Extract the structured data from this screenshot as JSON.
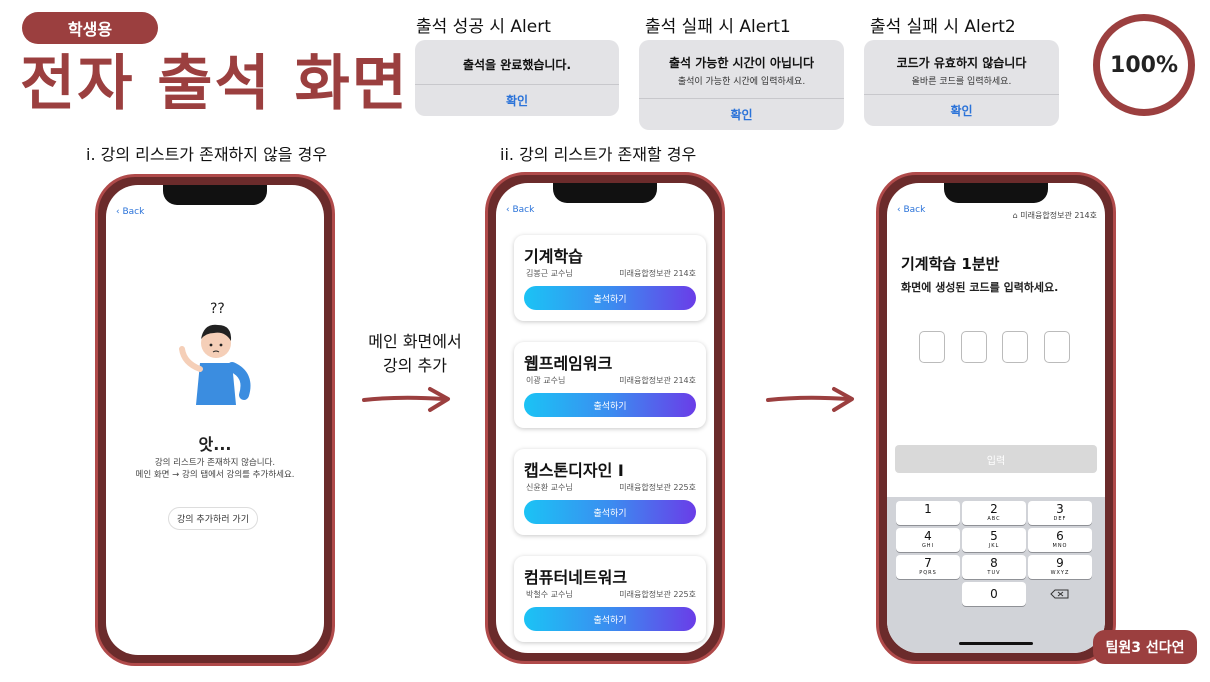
{
  "header": {
    "tag": "학생용",
    "title": "전자 출석 화면",
    "percent": "100%",
    "footer_badge": "팀원3 선다연"
  },
  "alerts": [
    {
      "caption": "출석 성공 시 Alert",
      "title": "출석을 완료했습니다.",
      "message": "",
      "button": "확인"
    },
    {
      "caption": "출석 실패 시 Alert1",
      "title": "출석 가능한 시간이 아닙니다",
      "message": "출석이 가능한 시간에 입력하세요.",
      "button": "확인"
    },
    {
      "caption": "출석 실패 시 Alert2",
      "title": "코드가 유효하지 않습니다",
      "message": "올바른 코드를 입력하세요.",
      "button": "확인"
    }
  ],
  "sections": {
    "empty_caption": "i. 강의 리스트가 존재하지 않을 경우",
    "list_caption": "ii. 강의 리스트가 존재할 경우",
    "middle_note_line1": "메인 화면에서",
    "middle_note_line2": "강의 추가"
  },
  "phone_empty": {
    "back": "Back",
    "question": "??",
    "oops": "앗...",
    "message_line1": "강의 리스트가 존재하지 않습니다.",
    "message_line2": "메인 화면 → 강의 탭에서 강의를 추가하세요.",
    "add_button": "강의 추가하러 가기"
  },
  "phone_list": {
    "back": "Back",
    "courses": [
      {
        "name": "기계학습",
        "professor": "김봉근 교수님",
        "room": "미래융합정보관 214호",
        "button": "출석하기"
      },
      {
        "name": "웹프레임워크",
        "professor": "이광 교수님",
        "room": "미래융합정보관 214호",
        "button": "출석하기"
      },
      {
        "name": "캡스톤디자인 I",
        "professor": "신윤환 교수님",
        "room": "미래융합정보관 225호",
        "button": "출석하기"
      },
      {
        "name": "컴퓨터네트워크",
        "professor": "박철수 교수님",
        "room": "미래융합정보관 225호",
        "button": "출석하기"
      }
    ]
  },
  "phone_code": {
    "back": "Back",
    "room": "미래융합정보관 214호",
    "course_title": "기계학습 1분반",
    "instruction": "화면에 생성된 코드를 입력하세요.",
    "submit": "입력",
    "keys": [
      {
        "num": "1",
        "letters": ""
      },
      {
        "num": "2",
        "letters": "ABC"
      },
      {
        "num": "3",
        "letters": "DEF"
      },
      {
        "num": "4",
        "letters": "GHI"
      },
      {
        "num": "5",
        "letters": "JKL"
      },
      {
        "num": "6",
        "letters": "MNO"
      },
      {
        "num": "7",
        "letters": "PQRS"
      },
      {
        "num": "8",
        "letters": "TUV"
      },
      {
        "num": "9",
        "letters": "WXYZ"
      },
      {
        "num": "0",
        "letters": ""
      }
    ]
  },
  "colors": {
    "brand": "#9b3f3f",
    "link": "#2b73d9"
  }
}
